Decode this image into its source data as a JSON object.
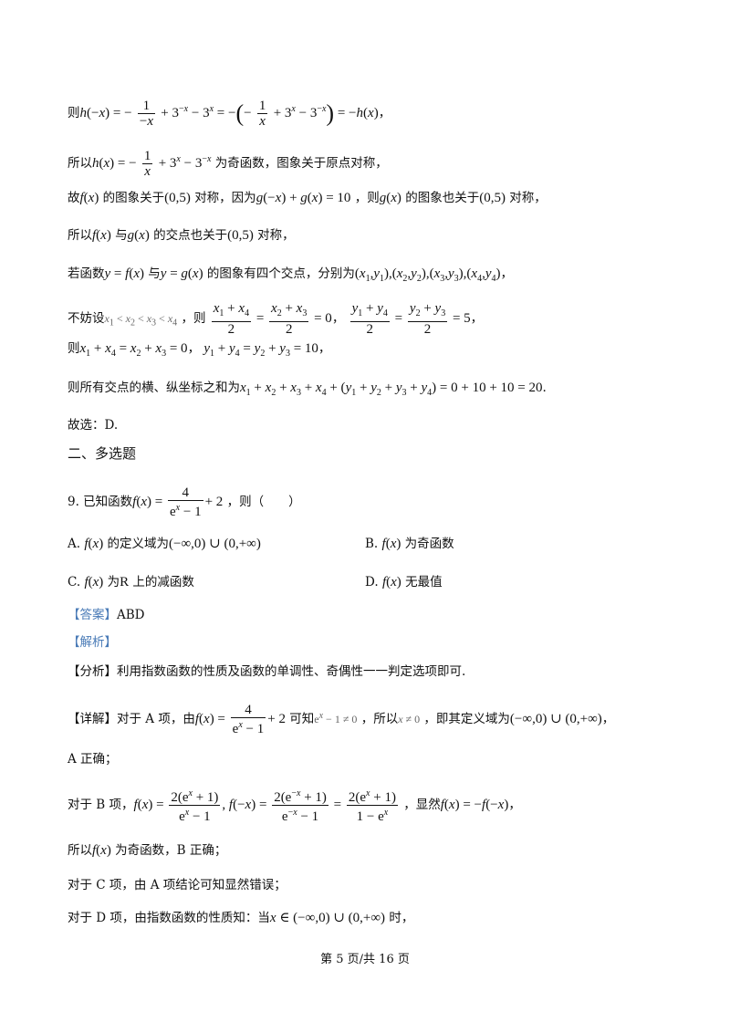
{
  "lines": {
    "l1": "则h(−x) = −1/(−x) + 3^(−x) − 3^x = −(−1/x + 3^x − 3^(−x)) = −h(x)，",
    "l2_text": "为奇函数，图象关于原点对称，",
    "l2_prefix": "所以",
    "l3_a": "故",
    "l3_b": "的图象关于",
    "l3_c": "对称，因为",
    "l3_d": "，则",
    "l3_e": "的图象也关于",
    "l3_f": "对称，",
    "l4_a": "所以",
    "l4_b": "与",
    "l4_c": "的交点也关于",
    "l4_d": "对称，",
    "l5_a": "若函数",
    "l5_b": "与",
    "l5_c": "的图象有四个交点，分别为",
    "l6_a": "不妨设",
    "l6_b": "，则",
    "l7_a": "则",
    "l8_a": "则所有交点的横、纵坐标之和为",
    "l9": "故选：D.",
    "section": "二、多选题",
    "q9_prefix": "9. 已知函数",
    "q9_suffix": "，则（　　）",
    "optA_label": "A.",
    "optA_text": "的定义域为",
    "optB_label": "B.",
    "optB_text": "为奇函数",
    "optC_label": "C.",
    "optC_text": "上的减函数",
    "optC_mid": "为",
    "optD_label": "D.",
    "optD_text": "无最值",
    "answer_tag": "【答案】",
    "answer": "ABD",
    "analysis_tag": "【解析】",
    "fenxi": "【分析】利用指数函数的性质及函数的单调性、奇偶性一一判定选项即可.",
    "detail_a": "【详解】对于 A 项，由",
    "detail_b": "可知",
    "detail_c": "，所以",
    "detail_d": "，即其定义域为",
    "a_correct": "A 正确；",
    "b_prefix": "对于 B 项，",
    "b_suffix": "，显然",
    "b2": "所以",
    "b2_suffix": "为奇函数，B 正确；",
    "c_line": "对于 C 项，由 A 项结论可知显然错误；",
    "d_prefix": "对于 D 项，由指数函数的性质知：当",
    "d_suffix": "时，"
  },
  "footer": "第 5 页/共 16 页"
}
